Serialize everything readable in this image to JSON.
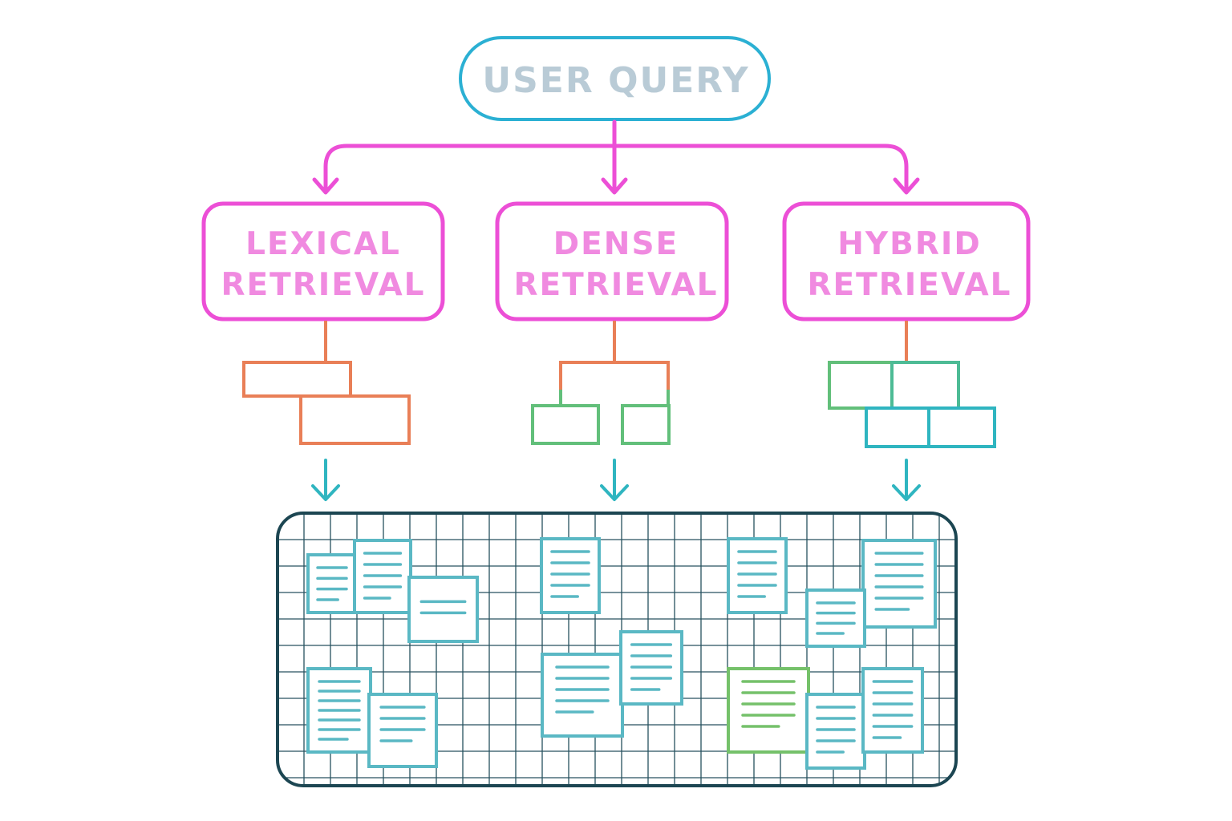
{
  "colors": {
    "query": "#2bb0d3",
    "query_text": "#b9cbd6",
    "retrieval": "#ec4fd6",
    "retrieval_text": "#f08ae0",
    "orange": "#e97f57",
    "green": "#62bf7a",
    "teal": "#2fb5c0",
    "index_border": "#1c4652",
    "grid": "#27525f",
    "doc": "#5ab8c4",
    "doc_highlight": "#75c16a"
  },
  "query": {
    "label": "USER QUERY"
  },
  "retrievals": [
    {
      "line1": "LEXICAL",
      "line2": "RETRIEVAL"
    },
    {
      "line1": "DENSE",
      "line2": "RETRIEVAL"
    },
    {
      "line1": "HYBRID",
      "line2": "RETRIEVAL"
    }
  ],
  "icons": [
    "lexical-index-icon",
    "dense-tree-icon",
    "hybrid-brick-icon",
    "document-icon"
  ]
}
